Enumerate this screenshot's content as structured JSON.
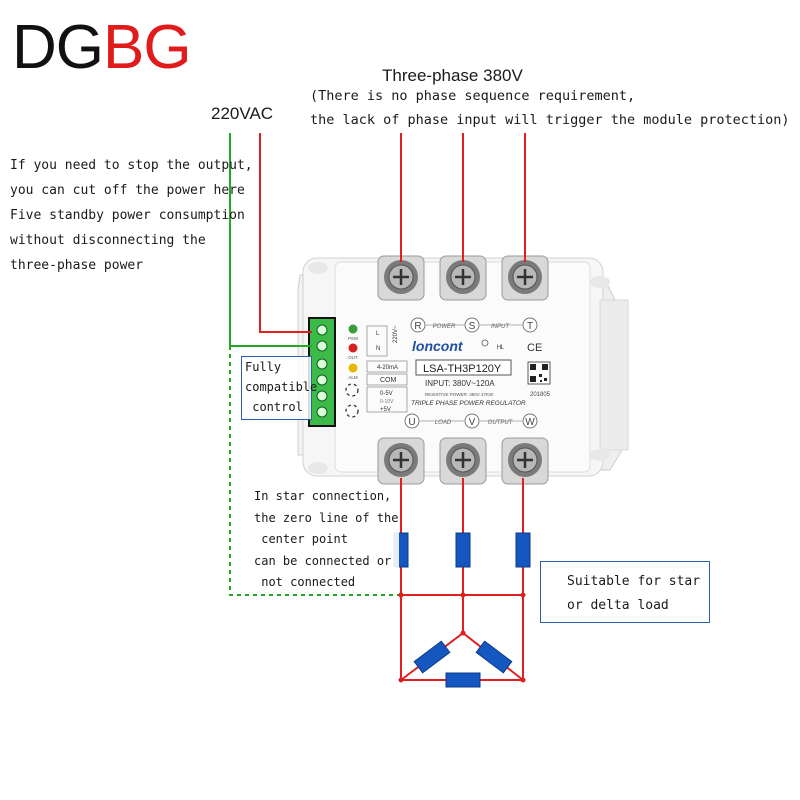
{
  "brand": {
    "part1": "DG",
    "part2": "BG"
  },
  "three_phase": {
    "title": "Three-phase 380V",
    "note_line1": "(There is no phase sequence requirement,",
    "note_line2": "the lack of phase input will trigger the module protection)"
  },
  "ac_label": "220VAC",
  "left_note": [
    "If you need to stop the output,",
    "you can cut off the power here",
    "Five standby power consumption",
    "without disconnecting the",
    "three-phase power"
  ],
  "control_box": [
    "Fully",
    "compatible",
    " control"
  ],
  "star_note": [
    "In star connection,",
    "the zero line of the",
    " center point",
    "can be connected or",
    " not connected"
  ],
  "load_box": [
    "Suitable for star",
    "or delta load"
  ],
  "module": {
    "brand": "loncont",
    "model": "LSA-TH3P120Y",
    "input": "INPUT:  380V~120A",
    "resistive": "RESISTIVE POWER: 380V 27KW",
    "description": "TRIPLE PHASE POWER REGULATOR",
    "date_code": "201805",
    "ce_mark": "CE",
    "top_terminals": [
      "R",
      "S",
      "T"
    ],
    "top_labels": [
      "POWER",
      "INPUT"
    ],
    "bottom_terminals": [
      "U",
      "V",
      "W"
    ],
    "bottom_labels": [
      "LOAD",
      "OUTPUT"
    ],
    "led_labels": [
      "PSW",
      "OUT",
      "ALM"
    ],
    "control_pins": [
      "L",
      "N",
      "4-20mA",
      "COM",
      "0-5V",
      "+5V"
    ],
    "voltage_tag": "220V~",
    "range_note": "0-10V"
  },
  "colors": {
    "phase_wire": "#e02020",
    "control_wire": "#22aa22",
    "load_resistor": "#1557c0",
    "box_border": "#2b5fa8",
    "terminal_block": "#3dbb4a"
  }
}
